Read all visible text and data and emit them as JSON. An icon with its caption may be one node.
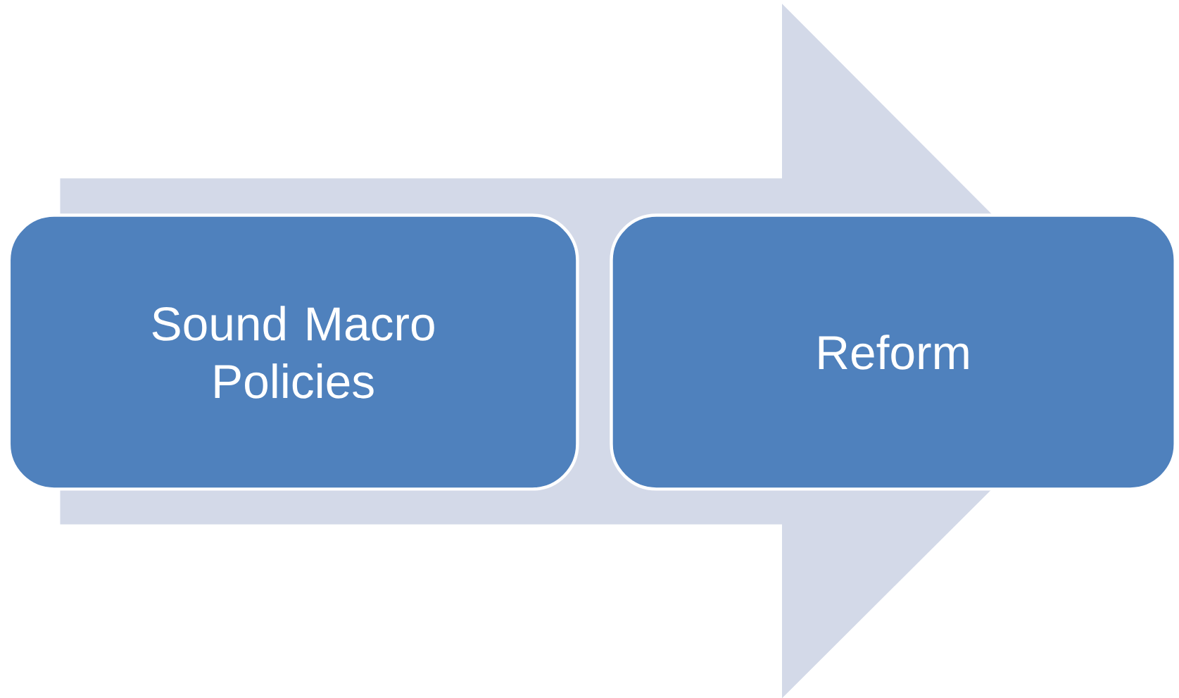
{
  "diagram": {
    "nodes": [
      {
        "text": [
          "Sound Macro Policies"
        ]
      },
      {
        "text": [
          "Reform"
        ]
      }
    ],
    "edges": [
      {
        "from": 0,
        "to": 1,
        "arrow": "to"
      }
    ]
  }
}
